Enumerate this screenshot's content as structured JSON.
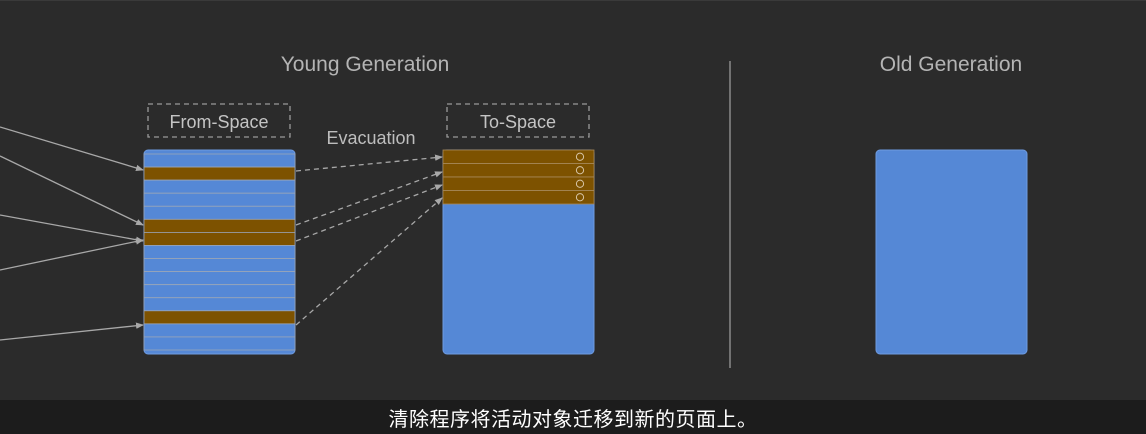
{
  "titles": {
    "young": "Young Generation",
    "old": "Old Generation"
  },
  "labels": {
    "from_space": "From-Space",
    "to_space": "To-Space",
    "evacuation": "Evacuation"
  },
  "caption": "清除程序将活动对象迁移到新的页面上。",
  "colors": {
    "background": "#2b2b2b",
    "dead_object": "#5588d6",
    "live_object": "#7d5200",
    "arrow": "#a8a8a8",
    "caption_bar": "#1c1c1c"
  },
  "from_space": {
    "row_states": [
      "dead",
      "live",
      "dead",
      "dead",
      "dead",
      "live",
      "live",
      "dead",
      "dead",
      "dead",
      "dead",
      "dead",
      "live",
      "dead",
      "dead"
    ]
  },
  "to_space": {
    "evacuated_rows": 4
  }
}
